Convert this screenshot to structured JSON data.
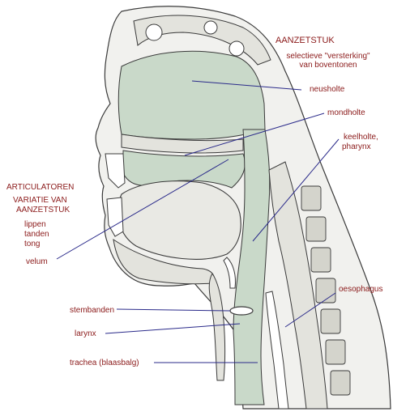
{
  "colors": {
    "label": "#8b1a1a",
    "leader_line": "#2a2a8a",
    "airway_fill": "#c9d9c9",
    "tissue_fill": "#f1f1ee",
    "bone_fill": "#e3e3dd",
    "outline": "#3a3a3a"
  },
  "header": {
    "title": "AANZETSTUK",
    "subtitle_line1": "selectieve \"versterking\"",
    "subtitle_line2": "van boventonen"
  },
  "articulators": {
    "title_line1": "ARTICULATOREN",
    "title_line2": "VARIATIE VAN",
    "title_line3": "AANZETSTUK",
    "items": [
      "lippen",
      "tanden",
      "tong"
    ]
  },
  "labels": {
    "neusholte": "neusholte",
    "mondholte": "mondholte",
    "keelholte_line1": "keelholte,",
    "keelholte_line2": "pharynx",
    "velum": "velum",
    "stembanden": "stembanden",
    "larynx": "larynx",
    "oesophagus": "oesophagus",
    "trachea": "trachea (blaasbalg)"
  }
}
